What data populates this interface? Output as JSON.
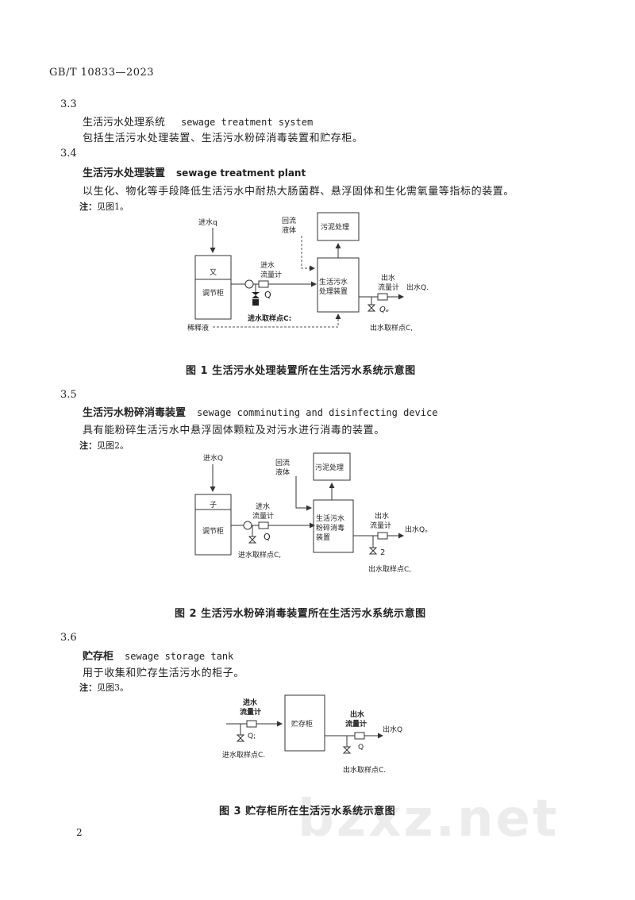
{
  "header": {
    "standard": "GB/T   10833—2023"
  },
  "sections": [
    {
      "number": "3.3",
      "term_zh": "生活污水处理系统",
      "term_en": "sewage treatment system",
      "definition": "包括生活污水处理装置、生活污水粉碎消毒装置和贮存柜。",
      "note": ""
    },
    {
      "number": "3.4",
      "term_zh": "生活污水处理装置",
      "term_en": "sewage treatment plant",
      "definition": "以生化、物化等手段降低生活污水中耐热大肠菌群、悬浮固体和生化需氧量等指标的装置。",
      "note_label": "注：",
      "note": "见图1。"
    },
    {
      "number": "3.5",
      "term_zh": "生活污水粉碎消毒装置",
      "term_en": "sewage comminuting and disinfecting device",
      "definition": "具有能粉碎生活污水中悬浮固体颗粒及对污水进行消毒的装置。",
      "note_label": "注：",
      "note": "见图2。"
    },
    {
      "number": "3.6",
      "term_zh": "贮存柜",
      "term_en": "sewage storage tank",
      "definition": "用于收集和贮存生活污水的柜子。",
      "note_label": "注：",
      "note": "见图3。"
    }
  ],
  "figure1": {
    "caption": "图 1   生活污水处理装置所在生活污水系统示意图",
    "inflow": "进水q",
    "return_label_1": "回流",
    "return_label_2": "液体",
    "sludge": "污泥处理",
    "tank_mark": "又",
    "tank": "调节柜",
    "inlet_label_1": "进水",
    "inlet_label_2": "流量计",
    "inlet_q": "Q",
    "plant_1": "生活污水",
    "plant_2": "处理装置",
    "outlet_label_1": "出水",
    "outlet_label_2": "流量计",
    "outflow": "出水Q.",
    "outlet_q": "Qₑ",
    "inlet_sample": "进水取样点C:",
    "dilution": "稀释液",
    "outlet_sample": "出水取样点C,"
  },
  "figure2": {
    "caption": "图 2   生活污水粉碎消毒装置所在生活污水系统示意图",
    "inflow": "进水Q",
    "return_label_1": "回流",
    "return_label_2": "液体",
    "sludge": "污泥处理",
    "tank_mark": "子",
    "tank": "调节柜",
    "inlet_label_1": "进水",
    "inlet_label_2": "流量计",
    "inlet_q": "Q",
    "device_1": "生活污水",
    "device_2": "粉碎消毒",
    "device_3": "装置",
    "outlet_label_1": "出水",
    "outlet_label_2": "流量计",
    "outflow": "出水Q。",
    "outlet_q": "2",
    "inlet_sample": "进水取样点C,",
    "outlet_sample": "出水取样点C,"
  },
  "figure3": {
    "caption": "图 3   贮存柜所在生活污水系统示意图",
    "inlet_label_1": "进水",
    "inlet_label_2": "流量计",
    "inlet_q": "Q;",
    "tank": "贮存柜",
    "outlet_label_1": "出水",
    "outlet_label_2": "流量计",
    "outflow": "出水Q",
    "outlet_q": "Q",
    "inlet_sample": "进水取样点C.",
    "outlet_sample": "出水取样点C."
  },
  "footer": {
    "page_number": "2",
    "watermark": "bzxz.net"
  }
}
